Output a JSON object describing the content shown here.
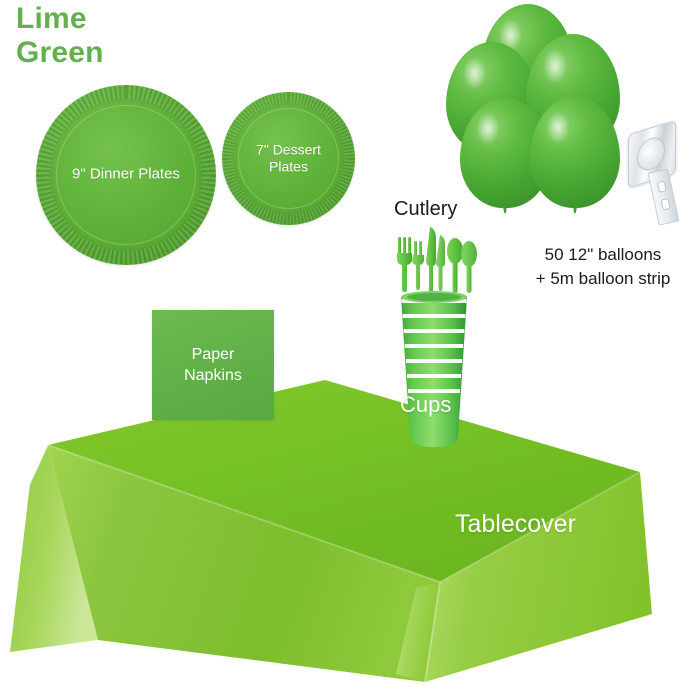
{
  "title": "Lime\nGreen",
  "products": {
    "dinner_plates": {
      "label": "9\" Dinner Plates",
      "icon": "dinner-plate-icon"
    },
    "dessert_plates": {
      "label": "7\" Dessert\nPlates",
      "icon": "dessert-plate-icon"
    },
    "napkins": {
      "label": "Paper\nNapkins",
      "icon": "napkin-icon"
    },
    "cutlery": {
      "label": "Cutlery",
      "icon": "cutlery-icon"
    },
    "cups": {
      "label": "Cups",
      "icon": "cup-stack-icon"
    },
    "tablecover": {
      "label": "Tablecover",
      "icon": "tablecover-icon"
    },
    "balloons": {
      "caption": "50 12\" balloons\n+ 5m balloon strip",
      "icon": "balloon-cluster-icon",
      "strip_icon": "balloon-strip-roll-icon"
    }
  },
  "colors": {
    "title_green": "#62B14E",
    "plate_green": "#5CAF37",
    "plate_rim_green": "#4C9A2C",
    "balloon_green": "#45A531",
    "napkin_green": "#63B249",
    "tablecover_top": "#76C124",
    "tablecover_side": "#8CC63F",
    "cup_green": "#58C04A",
    "cutlery_green": "#5DC23F",
    "caption_text": "#1b1b1b",
    "label_text": "#ffffff",
    "background": "#ffffff"
  }
}
